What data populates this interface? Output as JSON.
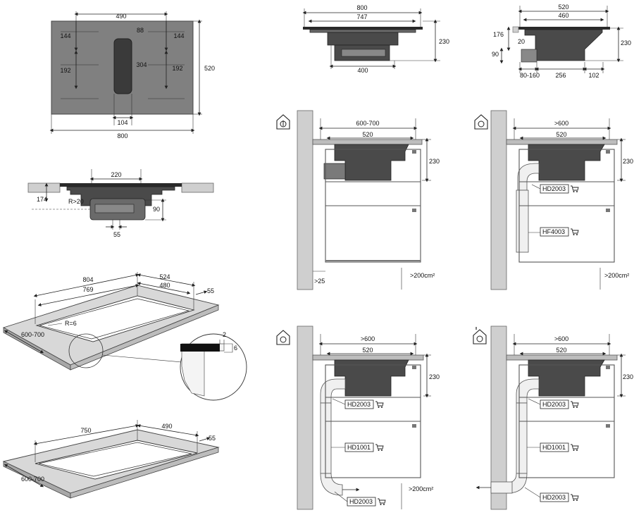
{
  "top_view": {
    "d_490": "490",
    "d_144_left": "144",
    "d_88": "88",
    "d_144_right": "144",
    "d_192_left": "192",
    "d_304": "304",
    "d_192_right": "192",
    "d_520": "520",
    "d_104": "104",
    "d_800": "800"
  },
  "front_view": {
    "d_800": "800",
    "d_747": "747",
    "d_230": "230",
    "d_400": "400"
  },
  "side_view": {
    "d_520": "520",
    "d_460": "460",
    "d_176": "176",
    "d_20": "20",
    "d_230": "230",
    "d_90": "90",
    "d_80_160": "80-160",
    "d_256": "256",
    "d_102": "102"
  },
  "section_view": {
    "d_220": "220",
    "d_174": "174",
    "d_r20": "R>20",
    "d_90": "90",
    "d_55": "55"
  },
  "cutout_flush": {
    "d_804": "804",
    "d_524": "524",
    "d_769": "769",
    "d_480": "480",
    "d_55": "55",
    "d_r6": "R=6",
    "d_600_700": "600-700",
    "d_2": "2",
    "d_6": "6"
  },
  "cutout_top": {
    "d_750": "750",
    "d_490": "490",
    "d_55": "55",
    "d_600_700": "600-700"
  },
  "install_1": {
    "d_600_700": "600-700",
    "d_520": "520",
    "d_230": "230",
    "d_25": ">25",
    "d_air": ">200cm²"
  },
  "install_2": {
    "d_600": ">600",
    "d_520": "520",
    "d_230": "230",
    "lbl_a": "HD2003",
    "lbl_b": "HF4003",
    "d_air": ">200cm²"
  },
  "install_3": {
    "d_600": ">600",
    "d_520": "520",
    "d_230": "230",
    "lbl_a": "HD2003",
    "lbl_b": "HD1001",
    "lbl_c": "HD2003",
    "d_air": ">200cm²"
  },
  "install_4": {
    "d_600": ">600",
    "d_520": "520",
    "d_230": "230",
    "lbl_a": "HD2003",
    "lbl_b": "HD1001",
    "lbl_c": "HD2003"
  }
}
